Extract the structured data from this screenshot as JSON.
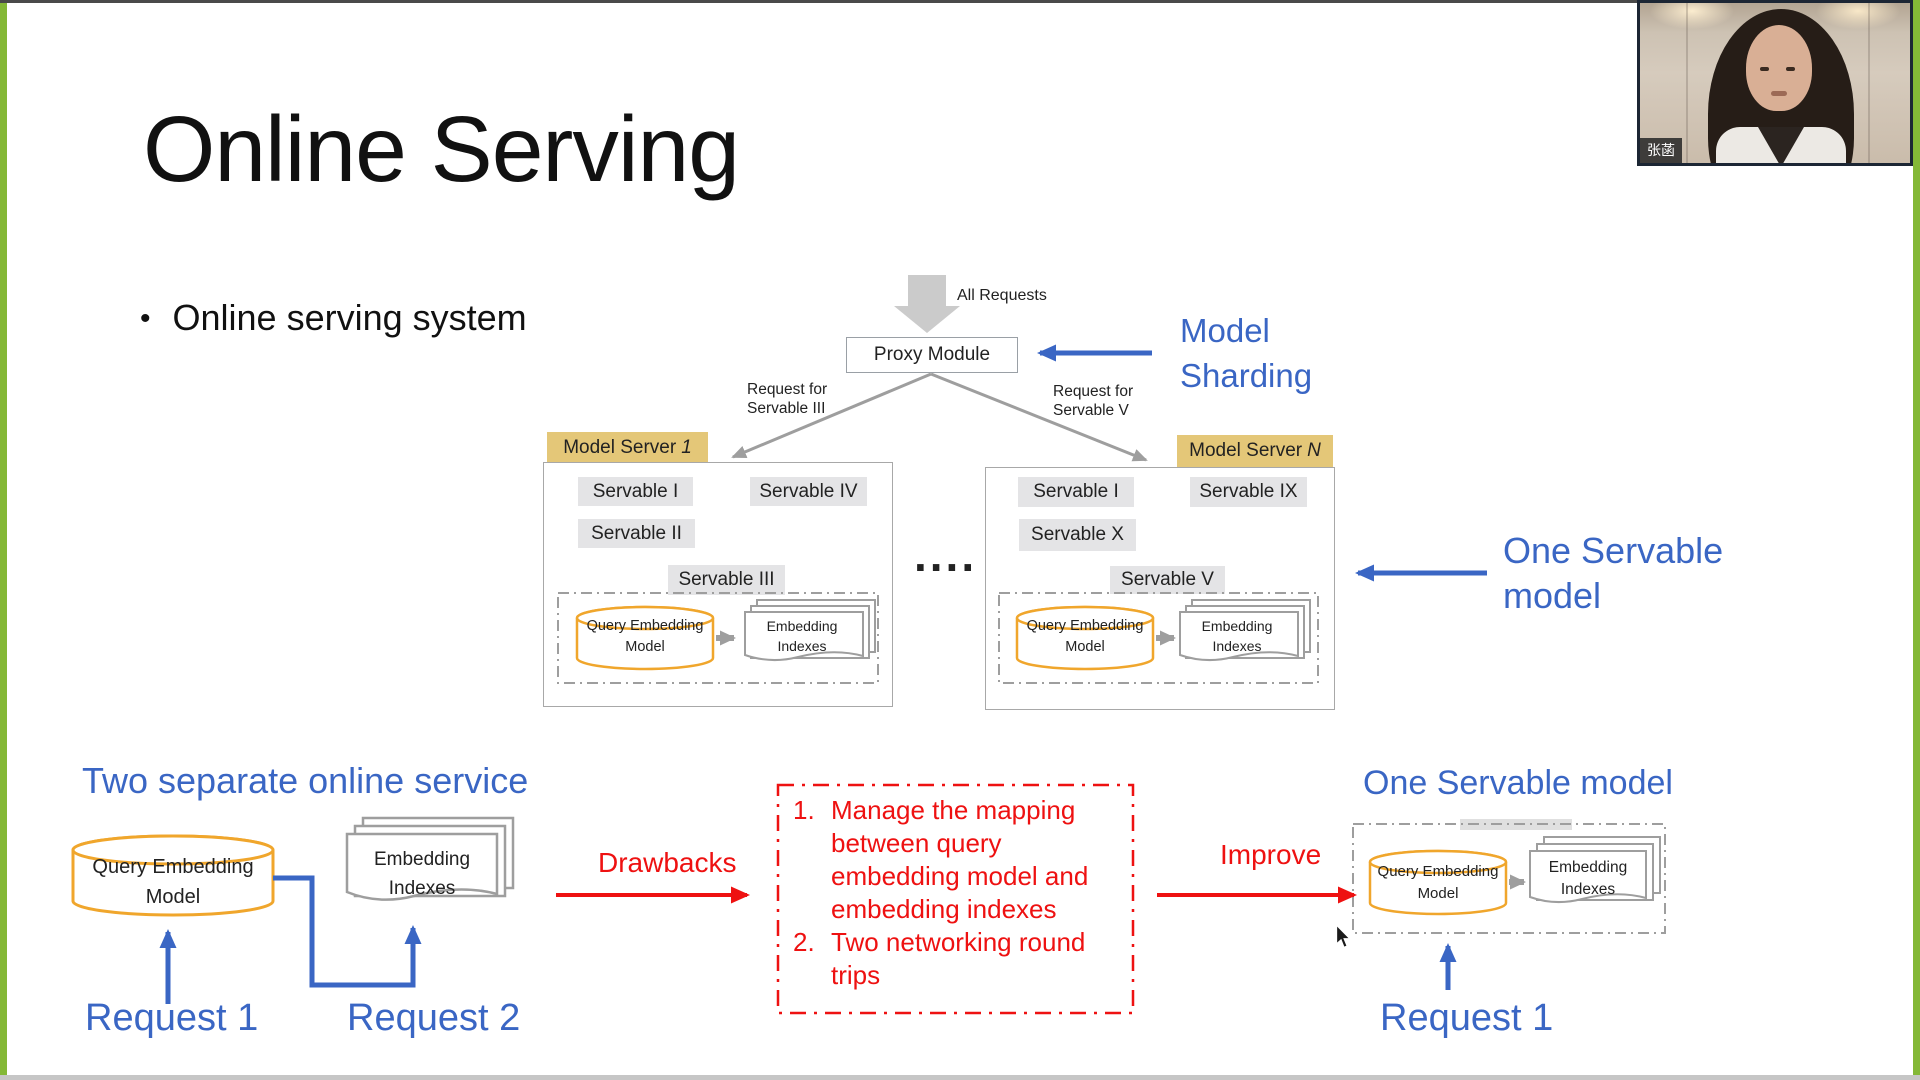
{
  "slide": {
    "title": "Online Serving",
    "bullet": "Online serving system",
    "diagram": {
      "all_requests": "All Requests",
      "proxy_module": "Proxy Module",
      "model_sharding": "Model Sharding",
      "request_for_servable_3": "Request for Servable III",
      "request_for_servable_5": "Request for Servable V",
      "server1": {
        "label": "Model Server",
        "suffix": "1",
        "servables": [
          "Servable I",
          "Servable IV",
          "Servable II",
          "Servable III"
        ]
      },
      "serverN": {
        "label": "Model Server",
        "suffix": "N",
        "servables": [
          "Servable I",
          "Servable IX",
          "Servable X",
          "Servable V"
        ]
      },
      "dots": "....",
      "one_servable_side": "One Servable model",
      "cylinder_label": "Query Embedding Model",
      "pages_label": "Embedding Indexes"
    },
    "bottom": {
      "two_separate": "Two separate online service",
      "request_1": "Request 1",
      "request_2": "Request 2",
      "drawbacks": "Drawbacks",
      "improve": "Improve",
      "one_servable": "One Servable model",
      "request_1b": "Request 1",
      "issues": [
        {
          "num": "1.",
          "text": "Manage the mapping between query embedding model and embedding indexes"
        },
        {
          "num": "2.",
          "text": "Two networking round trips"
        }
      ],
      "cylinder_label": "Query Embedding Model",
      "pages_label": "Embedding Indexes"
    },
    "colors": {
      "accent_blue": "#3a66c4",
      "accent_red": "#ee1111",
      "server_header_tan": "#e4c778",
      "cylinder_orange": "#f0a62c",
      "edge_green": "#84b837"
    }
  },
  "webcam": {
    "speaker_name": "张菡"
  }
}
